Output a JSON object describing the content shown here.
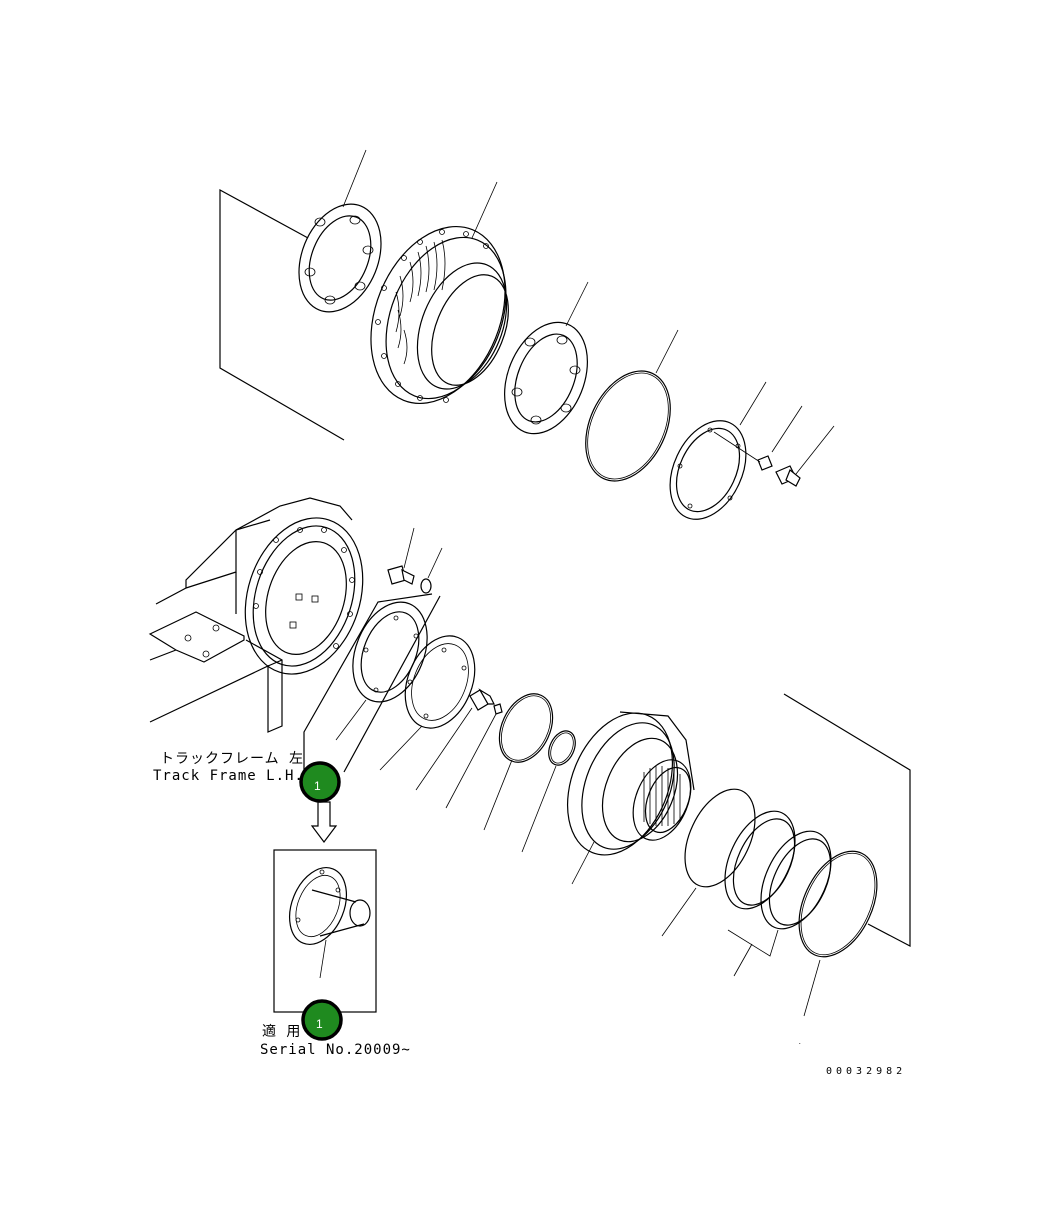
{
  "labels": {
    "track_frame_jp": "トラックフレーム 左",
    "track_frame_en": "Track Frame L.H.",
    "serial_jp": "適 用 号",
    "serial_en": "Serial No.20009~",
    "drawing_number": "00032982"
  },
  "callouts": [
    {
      "id": "callout-1-main",
      "text": "1"
    },
    {
      "id": "callout-1-inset",
      "text": "1"
    }
  ],
  "colors": {
    "callout_fill": "#1f8a1f",
    "callout_border": "#000000",
    "line": "#000000",
    "background": "#ffffff"
  }
}
